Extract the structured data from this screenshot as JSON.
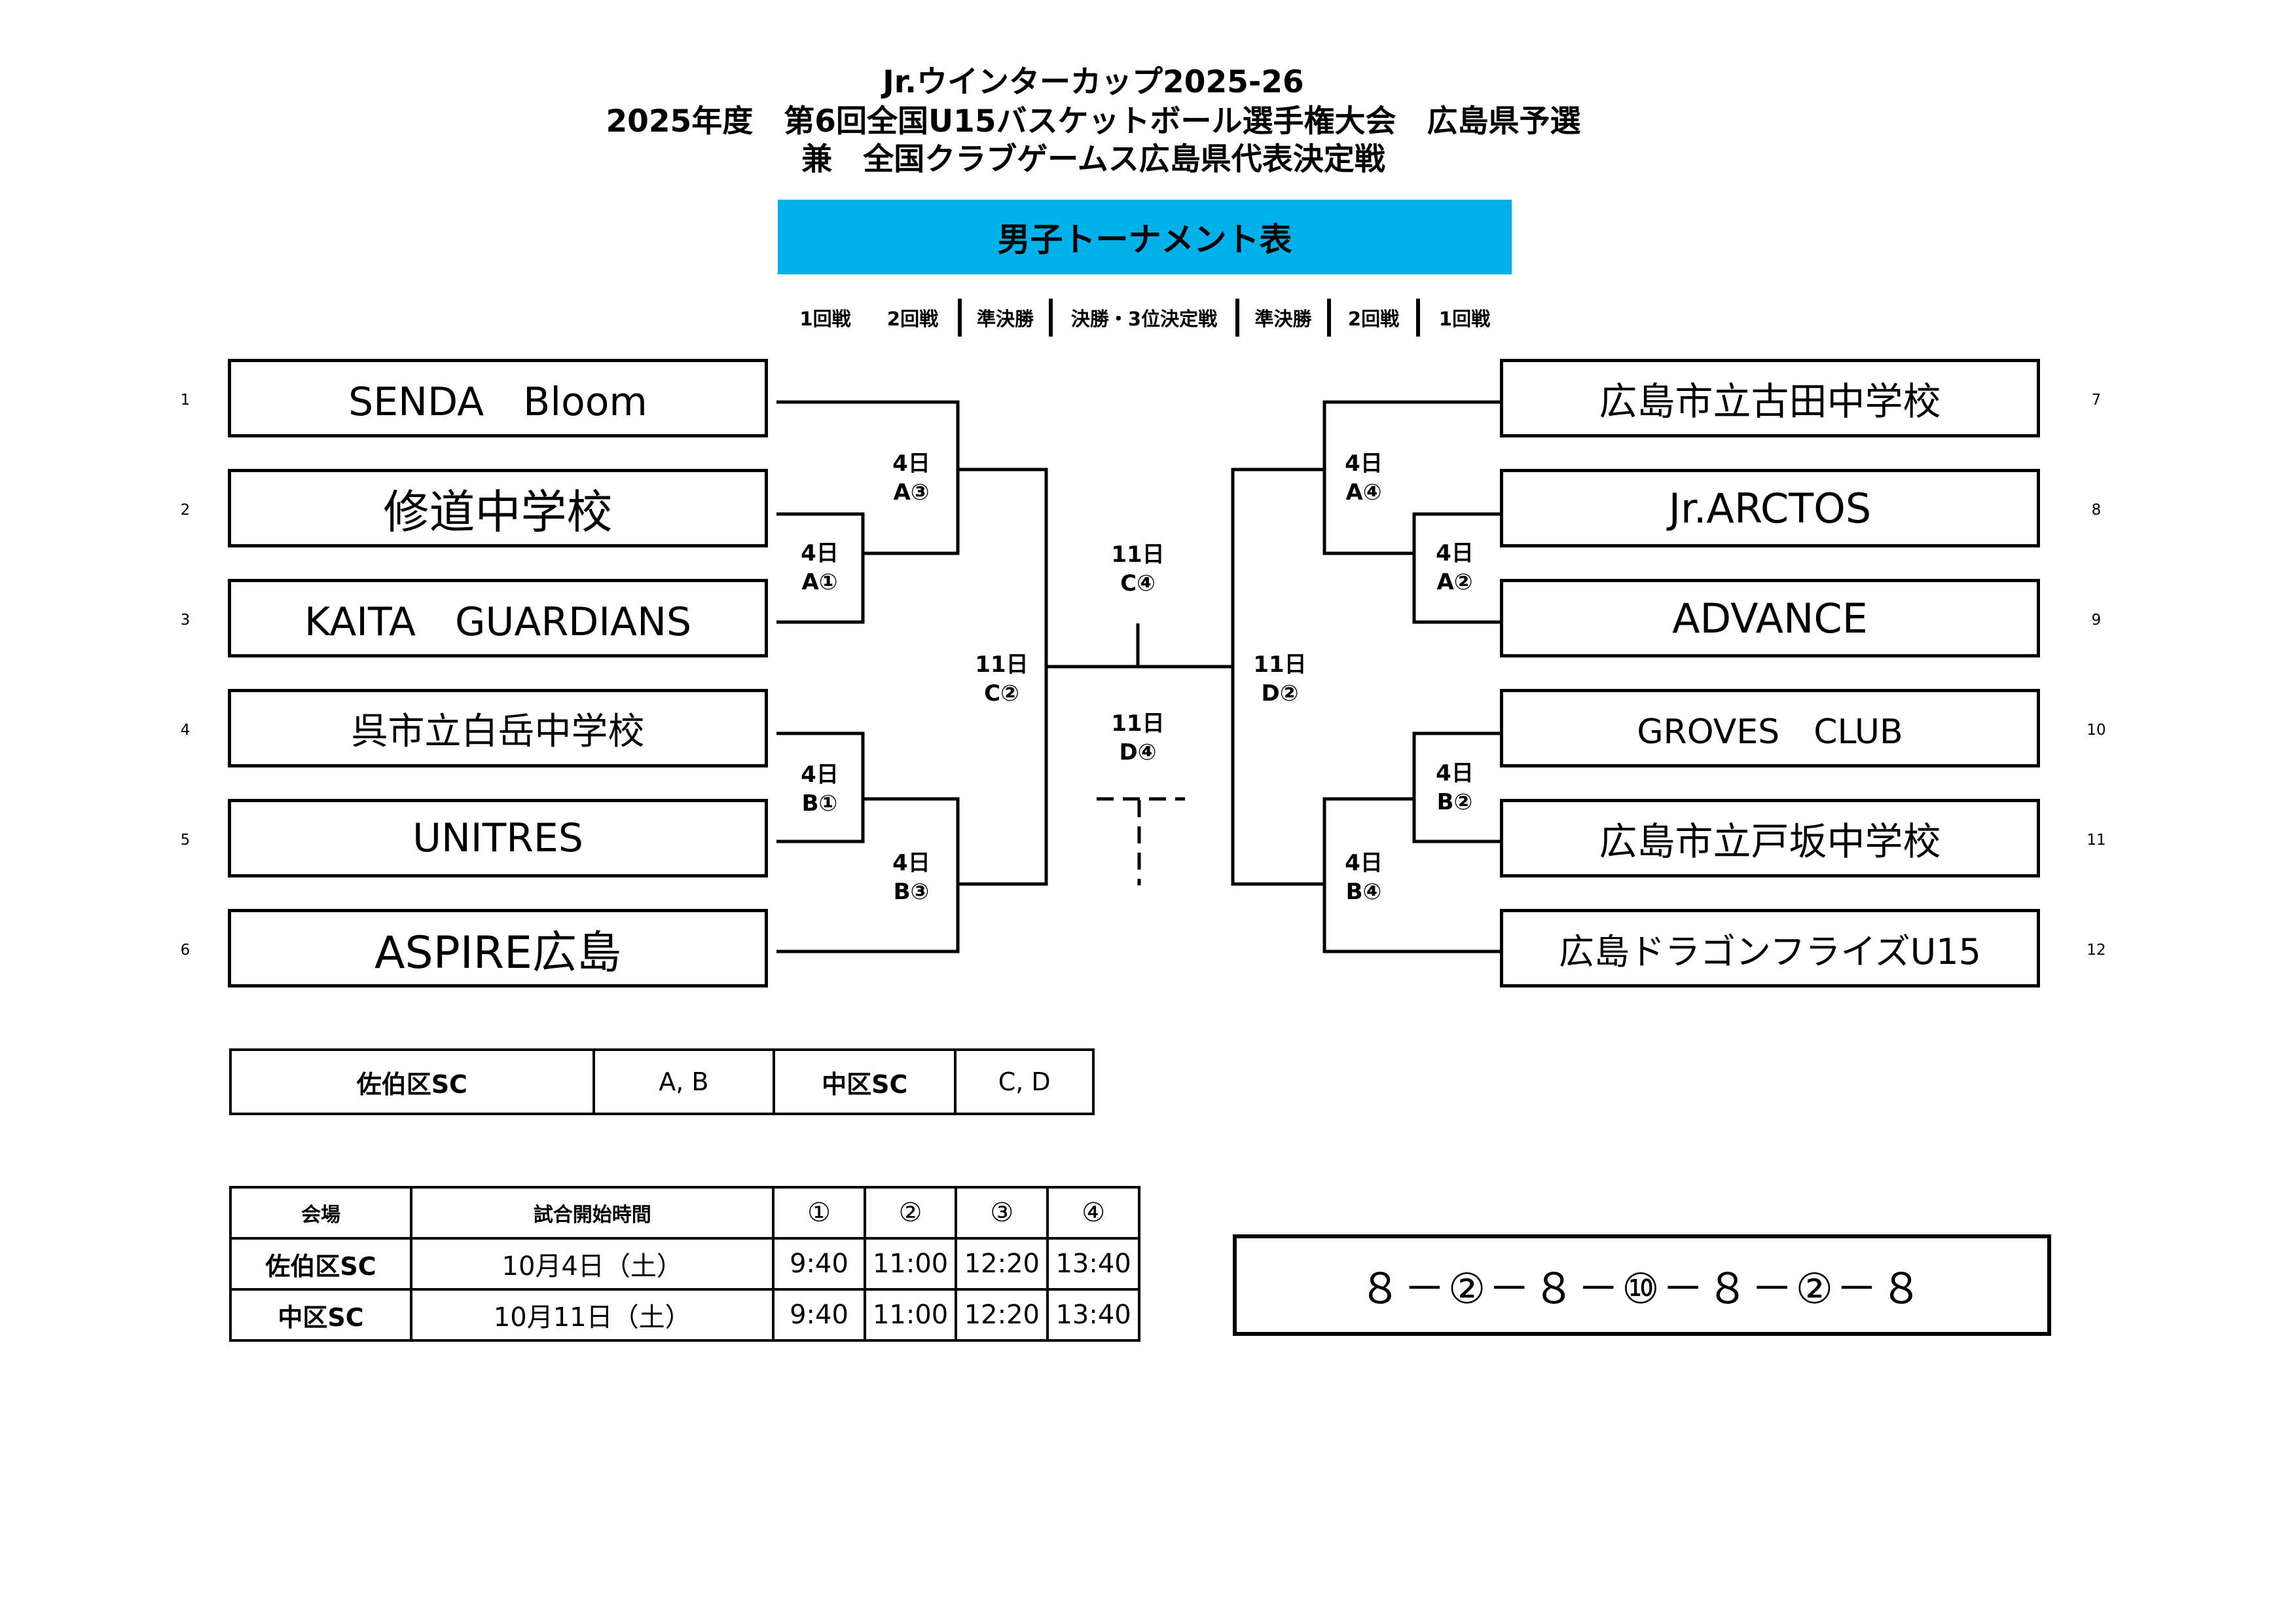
{
  "header": {
    "line1": "Jr.ウインターカップ2025-26",
    "line2": "2025年度　第6回全国U15バスケットボール選手権大会　広島県予選",
    "line3": "兼　全国クラブゲームス広島県代表決定戦"
  },
  "banner": "男子トーナメント表",
  "rounds": [
    "1回戦",
    "2回戦",
    "準決勝",
    "決勝・3位決定戦",
    "準決勝",
    "2回戦",
    "1回戦"
  ],
  "colors": {
    "banner": "#00B0E8"
  },
  "left_teams": [
    {
      "seed": "1",
      "name": "SENDA　Bloom"
    },
    {
      "seed": "2",
      "name": "修道中学校"
    },
    {
      "seed": "3",
      "name": "KAITA　GUARDIANS"
    },
    {
      "seed": "4",
      "name": "呉市立白岳中学校"
    },
    {
      "seed": "5",
      "name": "UNITRES"
    },
    {
      "seed": "6",
      "name": "ASPIRE広島"
    }
  ],
  "right_teams": [
    {
      "seed": "7",
      "name": "広島市立古田中学校"
    },
    {
      "seed": "8",
      "name": "Jr.ARCTOS"
    },
    {
      "seed": "9",
      "name": "ADVANCE"
    },
    {
      "seed": "10",
      "name": "GROVES　CLUB"
    },
    {
      "seed": "11",
      "name": "広島市立戸坂中学校"
    },
    {
      "seed": "12",
      "name": "広島ドラゴンフライズU15"
    }
  ],
  "matches": {
    "a1": {
      "day": "4日",
      "game": "A①"
    },
    "a3": {
      "day": "4日",
      "game": "A③"
    },
    "b1": {
      "day": "4日",
      "game": "B①"
    },
    "b3": {
      "day": "4日",
      "game": "B③"
    },
    "c2": {
      "day": "11日",
      "game": "C②"
    },
    "c4": {
      "day": "11日",
      "game": "C④"
    },
    "d4": {
      "day": "11日",
      "game": "D④"
    },
    "d2": {
      "day": "11日",
      "game": "D②"
    },
    "a4": {
      "day": "4日",
      "game": "A④"
    },
    "a2": {
      "day": "4日",
      "game": "A②"
    },
    "b2": {
      "day": "4日",
      "game": "B②"
    },
    "b4": {
      "day": "4日",
      "game": "B④"
    }
  },
  "courts": [
    {
      "venue": "佐伯区SC",
      "games": "A, B"
    },
    {
      "venue": "中区SC",
      "games": "C, D"
    }
  ],
  "schedule": {
    "headers": [
      "会場",
      "試合開始時間",
      "①",
      "②",
      "③",
      "④"
    ],
    "rows": [
      {
        "venue": "佐伯区SC",
        "date": "10月4日（土）",
        "times": [
          "9:40",
          "11:00",
          "12:20",
          "13:40"
        ]
      },
      {
        "venue": "中区SC",
        "date": "10月11日（土）",
        "times": [
          "9:40",
          "11:00",
          "12:20",
          "13:40"
        ]
      }
    ]
  },
  "pattern": "８－②－８－⑩－８－②－８"
}
